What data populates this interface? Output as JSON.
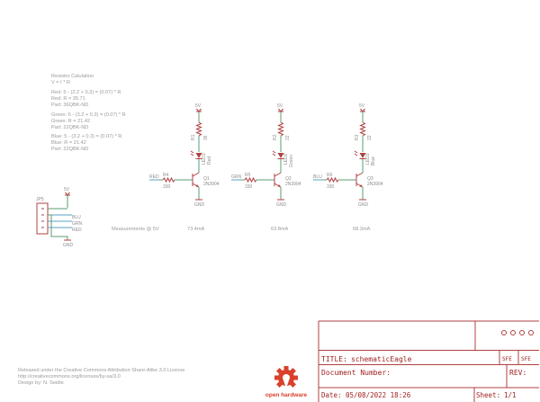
{
  "notes": {
    "calc": [
      "Resistor Calulation",
      "V = I * R",
      "Red: 5 - (2.2 + 0.3) = (0.07) * R",
      "Red: R = 35.71",
      "Part: 36QBK-ND",
      "Green: 5 - (3.2 + 0.3) = (0.07) * R",
      "Green: R = 21.42",
      "Part: 22QBK-ND",
      "Blue: 5 - (3.2 + 0.3) = (0.07) * R",
      "Blue: R = 21.42",
      "Part: 22QBK-ND"
    ],
    "measurements_label": "Measurements @ 5V",
    "license": [
      "Released under the Creative Commons Attribution Share-Alike 3.0 License",
      "http://creativecommons.org/licenses/by-sa/3.0",
      "Design by:        N. Seidle"
    ]
  },
  "channels": [
    {
      "supply": "5V",
      "res_top_name": "R1",
      "res_top_value": "36",
      "led_name": "LED1",
      "led_color": "Red",
      "input_net": "RED",
      "res_base_name": "R4",
      "res_base_value": "330",
      "transistor_name": "Q1",
      "transistor_part": "2N3904",
      "ground": "GND",
      "measurement": "73.4mA"
    },
    {
      "supply": "5V",
      "res_top_name": "R2",
      "res_top_value": "22",
      "led_name": "LED2",
      "led_color": "Green",
      "input_net": "GRN",
      "res_base_name": "R5",
      "res_base_value": "330",
      "transistor_name": "Q2",
      "transistor_part": "2N3904",
      "ground": "GND",
      "measurement": "63.8mA"
    },
    {
      "supply": "5V",
      "res_top_name": "R3",
      "res_top_value": "22",
      "led_name": "LED3",
      "led_color": "Blue",
      "input_net": "BLU",
      "res_base_name": "R6",
      "res_base_value": "330",
      "transistor_name": "Q3",
      "transistor_part": "2N3904",
      "ground": "GND",
      "measurement": "68.3mA"
    }
  ],
  "connector": {
    "name": "JP5",
    "supply": "5V",
    "ground": "GND",
    "nets": [
      "BLU",
      "GRN",
      "RED"
    ]
  },
  "logo_text": "open hardware",
  "title_block": {
    "title_label": "TITLE:",
    "title_value": "schematicEagle",
    "doc_label": "Document Number:",
    "rev_label": "REV:",
    "sfe": "SFE",
    "date_label": "Date:",
    "date_value": "05/08/2022 18:26",
    "sheet_label": "Sheet:",
    "sheet_value": "1/1"
  },
  "colors": {
    "frame": "#b24040",
    "wire": "#5a9e72",
    "bus": "#5aa0c0",
    "logo": "#d9412b"
  }
}
